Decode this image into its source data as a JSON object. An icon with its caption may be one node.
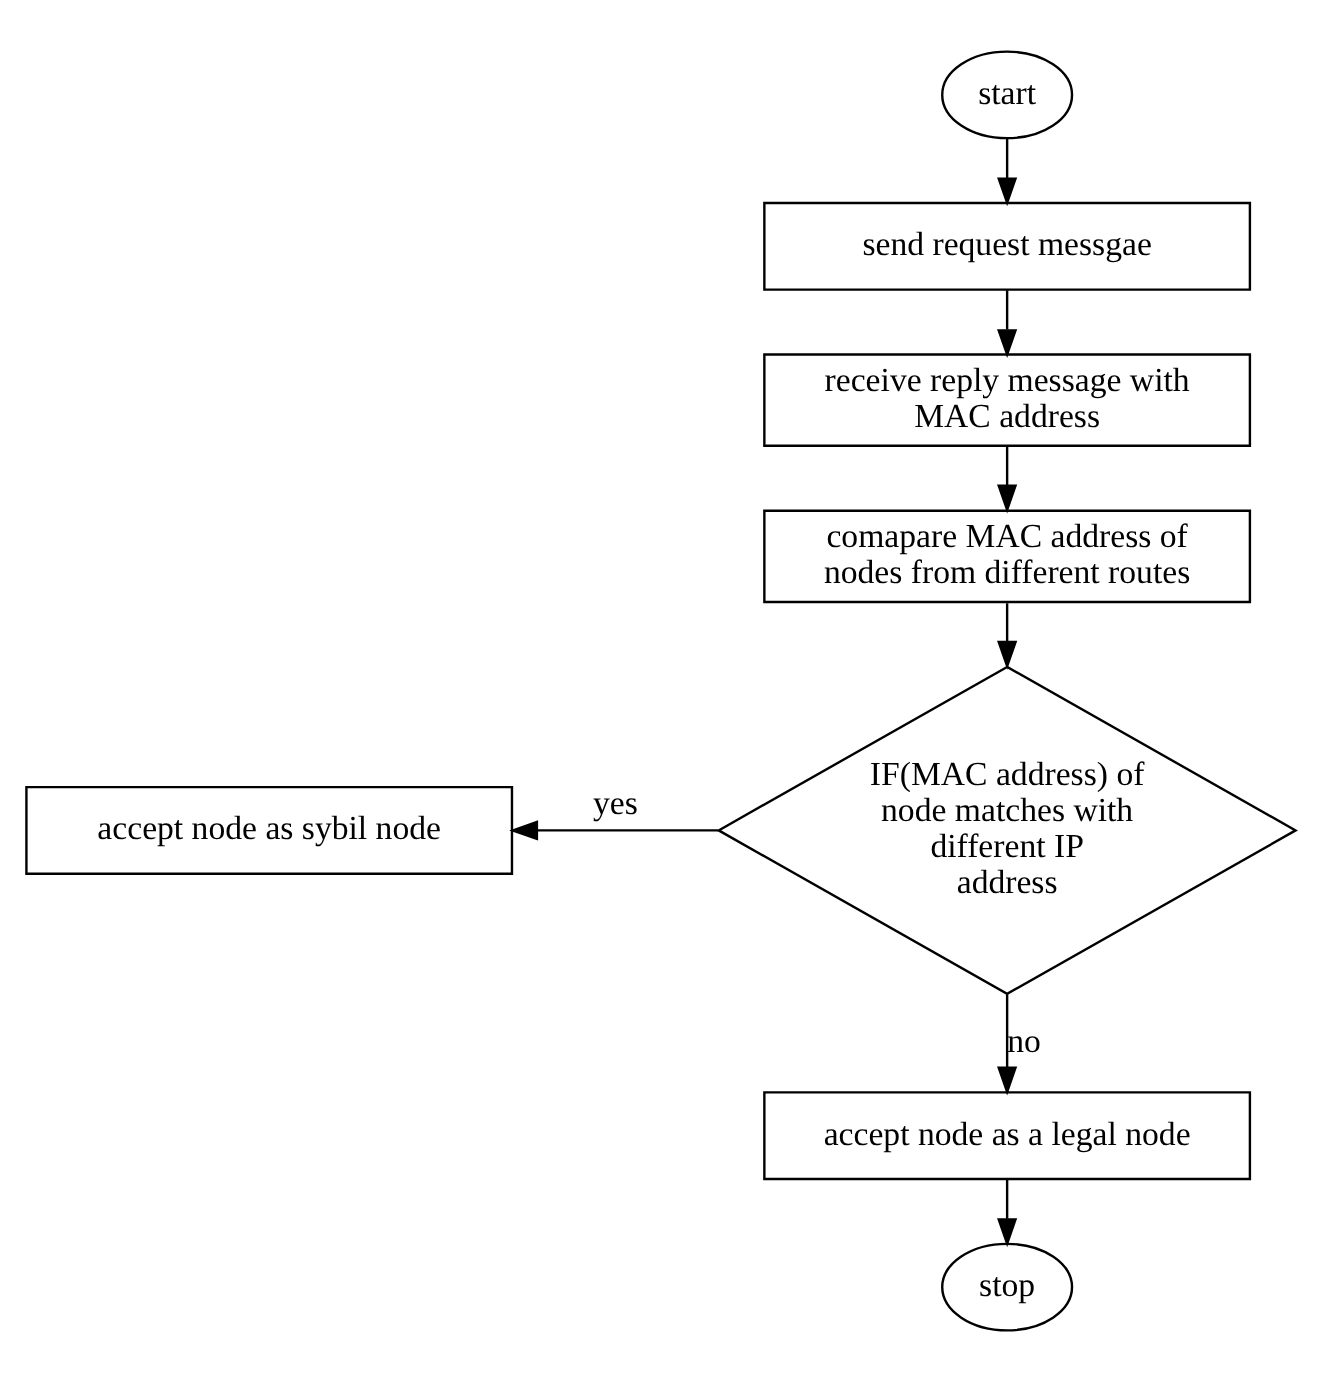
{
  "diagram": {
    "nodes": [
      {
        "text": [
          "start"
        ]
      },
      {
        "text": [
          "send request messgae"
        ]
      },
      {
        "text": [
          "receive reply message with MAC address"
        ]
      },
      {
        "text": [
          "comapare MAC address of nodes from different routes"
        ]
      },
      {
        "text": [
          "IF(MAC address) of node matches with different IP address"
        ]
      },
      {
        "text": [
          "accept node as sybil node"
        ]
      },
      {
        "text": [
          "accept node as a legal node"
        ]
      },
      {
        "text": [
          "stop"
        ]
      }
    ],
    "edges": [
      {
        "from": 0,
        "to": 1,
        "arrow": "to"
      },
      {
        "from": 1,
        "to": 2,
        "arrow": "to"
      },
      {
        "from": 2,
        "to": 3,
        "arrow": "to"
      },
      {
        "from": 3,
        "to": 4,
        "arrow": "to"
      },
      {
        "from": 4,
        "to": 5,
        "arrow": "to",
        "label": "yes"
      },
      {
        "from": 4,
        "to": 6,
        "arrow": "to",
        "label": "no"
      },
      {
        "from": 6,
        "to": 7,
        "arrow": "to"
      }
    ]
  }
}
